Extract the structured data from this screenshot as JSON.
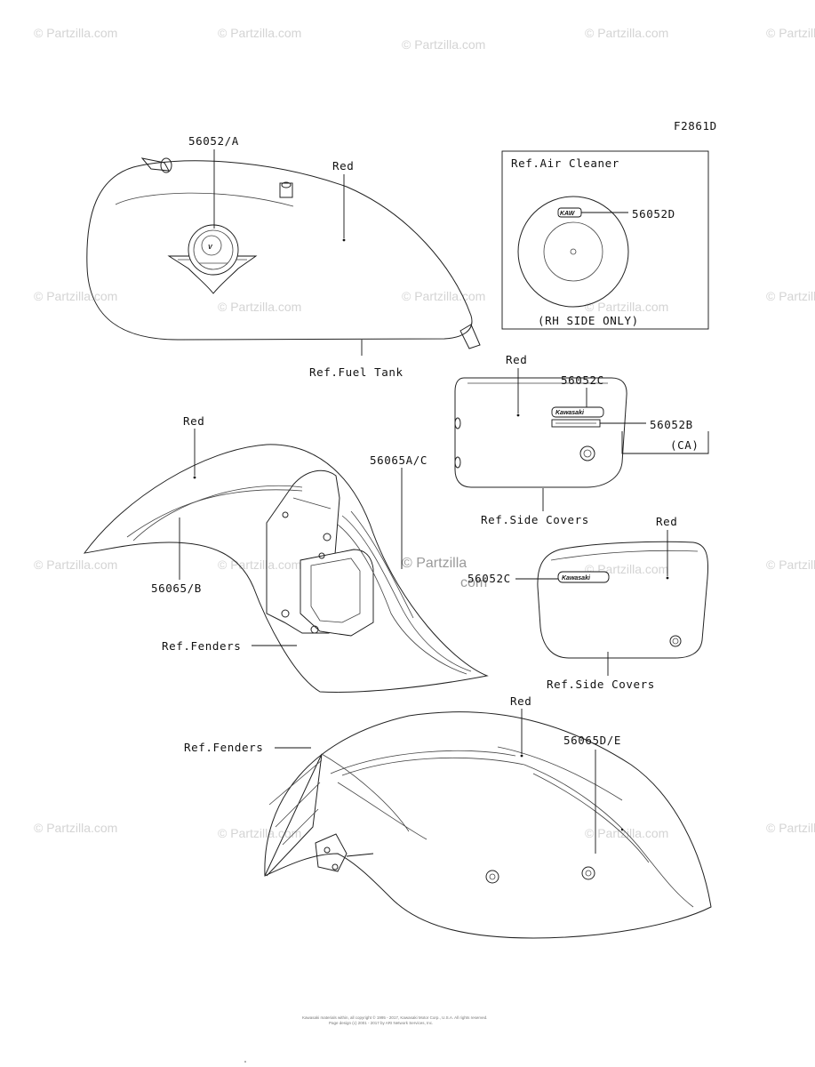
{
  "figure_code": "F2861D",
  "watermark": {
    "text": "© Partzilla.com",
    "center_text_1": "© Partzilla",
    "center_text_2": "com"
  },
  "callouts": {
    "tank_emblem": "56052/A",
    "tank_color": "Red",
    "ref_fuel_tank": "Ref.Fuel Tank",
    "ref_air_cleaner": "Ref.Air Cleaner",
    "air_cleaner_decal": "56052D",
    "rh_side_only": "(RH SIDE ONLY)",
    "side_cover_color_1": "Red",
    "side_cover_decal_1": "56052C",
    "side_cover_decal_ca": "56052B",
    "ca_note": "(CA)",
    "ref_side_covers_1": "Ref.Side Covers",
    "front_fender_color": "Red",
    "front_fender_decal_ac": "56065A/C",
    "front_fender_decal_b": "56065/B",
    "ref_fenders_1": "Ref.Fenders",
    "side_cover_decal_2": "56052C",
    "side_cover_color_2": "Red",
    "ref_side_covers_2": "Ref.Side Covers",
    "rear_fender_color": "Red",
    "rear_fender_decal": "56065D/E",
    "ref_fenders_2": "Ref.Fenders"
  },
  "badges": {
    "kawasaki": "Kawasaki",
    "emblem_letter": "V"
  },
  "footer": {
    "copyright_line_1": "Kawasaki materials within, all copyright © 1995 - 2017, Kawasaki Motor Corp., U.S.A. All rights reserved.",
    "copyright_line_2": "Page design (c) 2001 - 2017 by ARI Network Services, Inc."
  }
}
